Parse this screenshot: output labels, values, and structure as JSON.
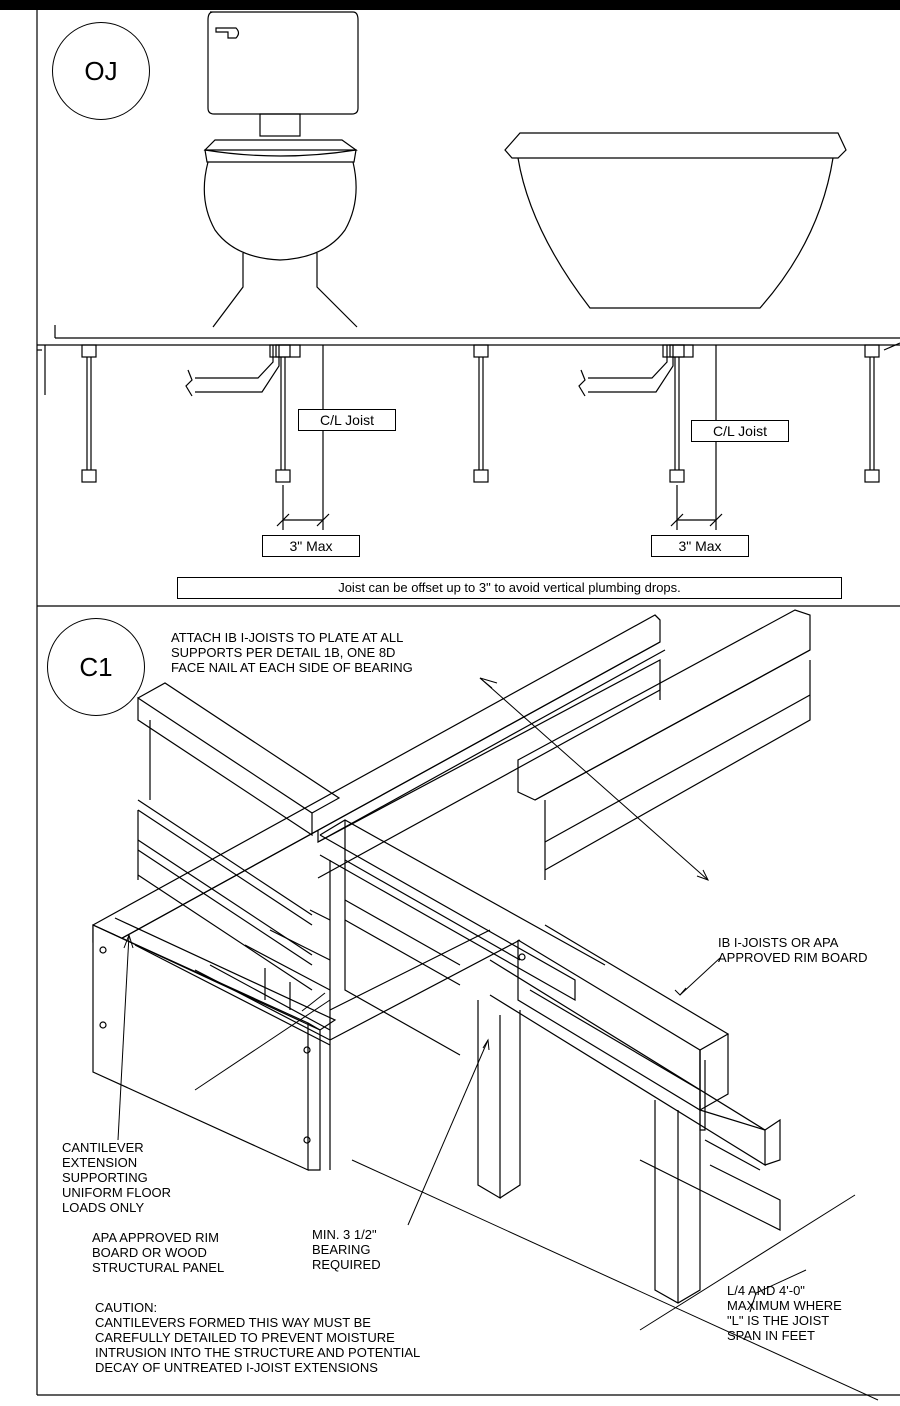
{
  "detail_oj": {
    "tag": "OJ",
    "cl_joist_left": "C/L Joist",
    "cl_joist_right": "C/L Joist",
    "max_left": "3\" Max",
    "max_right": "3\" Max",
    "note": "Joist can be offset up to 3\" to avoid vertical plumbing drops."
  },
  "detail_c1": {
    "tag": "C1",
    "callout_attach": "ATTACH IB I-JOISTS TO PLATE AT ALL\nSUPPORTS PER DETAIL 1B, ONE 8D\nFACE NAIL AT EACH SIDE OF BEARING",
    "callout_rim": "IB I-JOISTS OR APA\nAPPROVED RIM BOARD",
    "callout_cantilever": "CANTILEVER\nEXTENSION\nSUPPORTING\nUNIFORM FLOOR\nLOADS ONLY",
    "callout_apa": "APA APPROVED RIM\nBOARD OR WOOD\nSTRUCTURAL PANEL",
    "callout_bearing": "MIN. 3 1/2\"\nBEARING\nREQUIRED",
    "callout_span": "L/4 AND 4'-0\"\nMAXIMUM WHERE\n\"L\" IS THE JOIST\nSPAN IN FEET",
    "caution": "CAUTION:\nCANTILEVERS FORMED THIS WAY MUST BE\nCAREFULLY DETAILED TO PREVENT MOISTURE\nINTRUSION INTO THE STRUCTURE AND POTENTIAL\nDECAY OF UNTREATED I-JOIST EXTENSIONS"
  }
}
